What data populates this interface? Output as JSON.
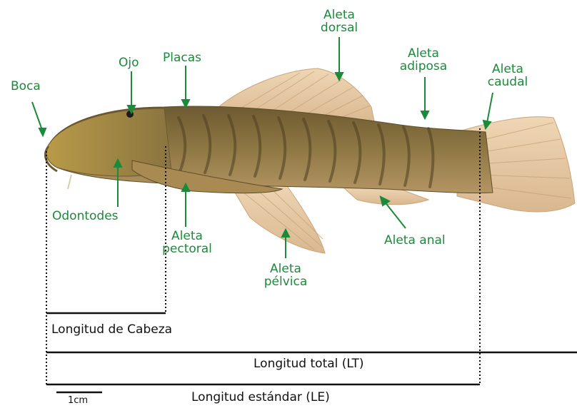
{
  "labels": {
    "boca": "Boca",
    "ojo": "Ojo",
    "placas": "Placas",
    "dorsal_1": "Aleta",
    "dorsal_2": "dorsal",
    "adiposa_1": "Aleta",
    "adiposa_2": "adiposa",
    "caudal_1": "Aleta",
    "caudal_2": "caudal",
    "odontodes": "Odontodes",
    "pectoral_1": "Aleta",
    "pectoral_2": "pectoral",
    "pelvica_1": "Aleta",
    "pelvica_2": "pélvica",
    "anal": "Aleta anal"
  },
  "measurements": {
    "head": "Longitud de Cabeza",
    "total": "Longitud total (LT)",
    "standard": "Longitud estándar (LE)",
    "scale": "1cm"
  },
  "colors": {
    "label_green": "#1b8a3a",
    "body": "#8a7340",
    "fin": "#e6c7a0"
  }
}
